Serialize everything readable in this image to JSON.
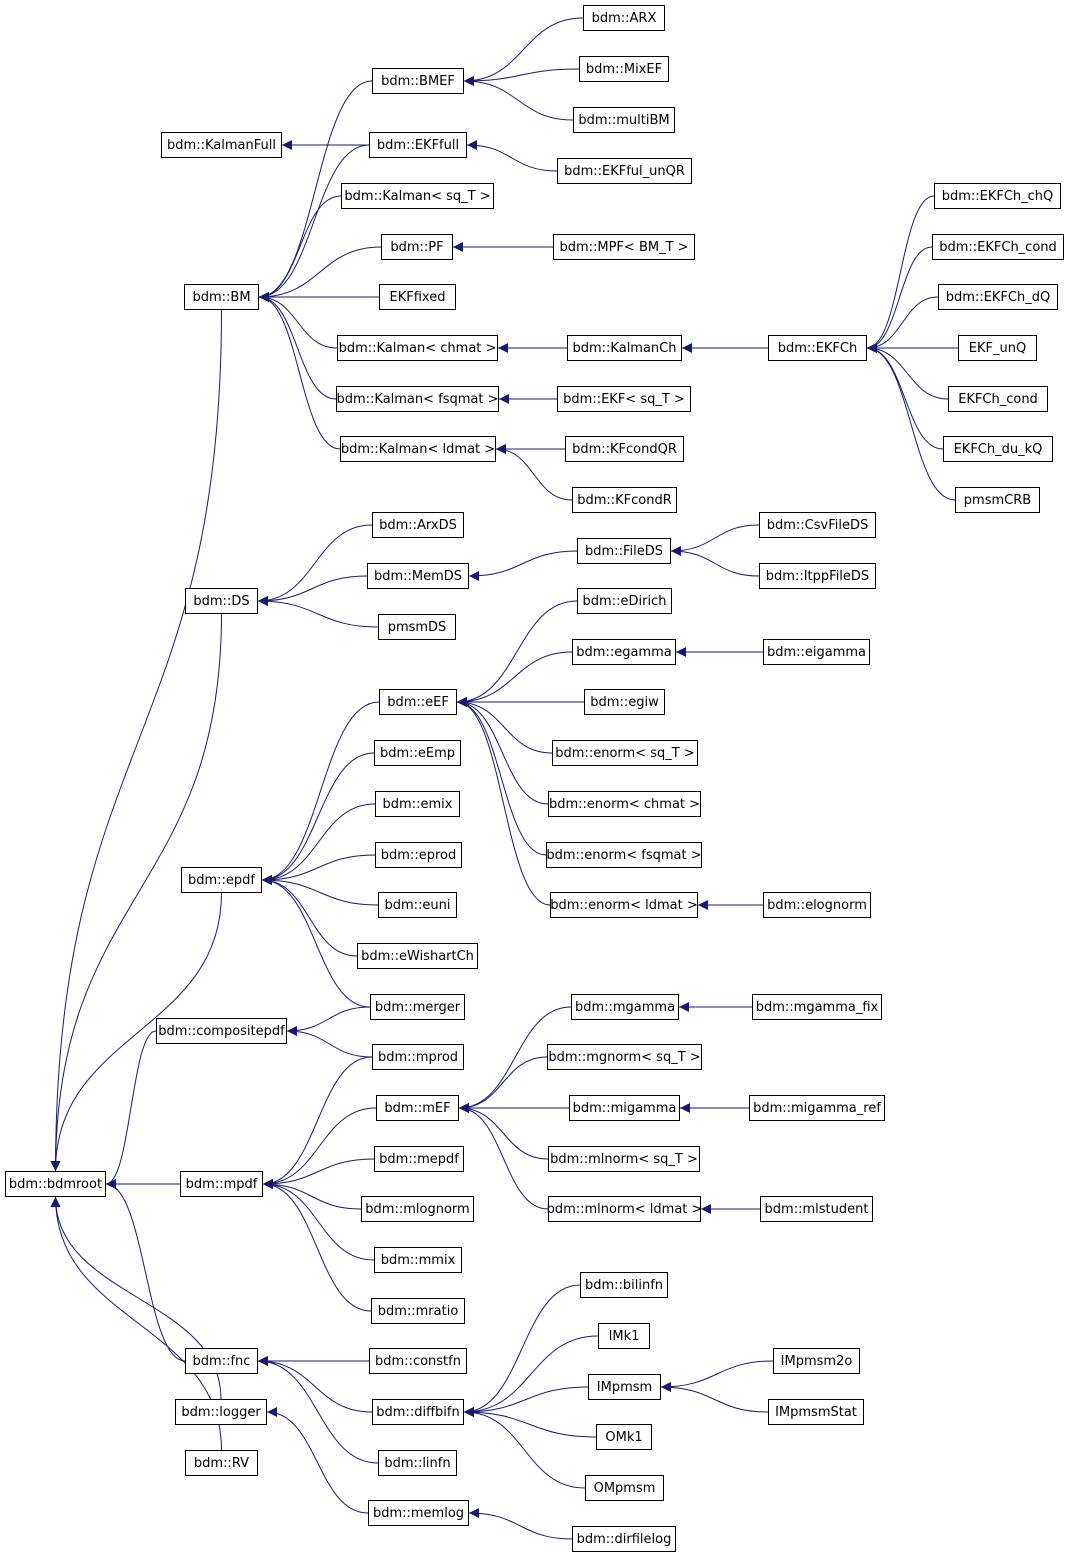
{
  "colors": {
    "edge": "#191970",
    "node_border": "#000000",
    "node_fill": "#ffffff",
    "text": "#000000"
  },
  "nodes": {
    "bdmroot": "bdm::bdmroot",
    "BM": "bdm::BM",
    "DS": "bdm::DS",
    "epdf": "bdm::epdf",
    "compositepdf": "bdm::compositepdf",
    "mpdf": "bdm::mpdf",
    "fnc": "bdm::fnc",
    "logger": "bdm::logger",
    "RV": "bdm::RV",
    "KalmanFull": "bdm::KalmanFull",
    "BMEF": "bdm::BMEF",
    "EKFfull": "bdm::EKFfull",
    "Kalman_sqT": "bdm::Kalman< sq_T >",
    "PF": "bdm::PF",
    "EKFfixed": "EKFfixed",
    "Kalman_chmat": "bdm::Kalman< chmat >",
    "Kalman_fsqmat": "bdm::Kalman< fsqmat >",
    "Kalman_ldmat": "bdm::Kalman< ldmat >",
    "ARX": "bdm::ARX",
    "MixEF": "bdm::MixEF",
    "multiBM": "bdm::multiBM",
    "EKFful_unQR": "bdm::EKFful_unQR",
    "MPF": "bdm::MPF< BM_T >",
    "KalmanCh": "bdm::KalmanCh",
    "EKF_sqT": "bdm::EKF< sq_T >",
    "KFcondQR": "bdm::KFcondQR",
    "KFcondR": "bdm::KFcondR",
    "EKFCh": "bdm::EKFCh",
    "EKFCh_chQ": "bdm::EKFCh_chQ",
    "EKFCh_cond_ns": "bdm::EKFCh_cond",
    "EKFCh_dQ": "bdm::EKFCh_dQ",
    "EKF_unQ": "EKF_unQ",
    "EKFCh_cond": "EKFCh_cond",
    "EKFCh_du_kQ": "EKFCh_du_kQ",
    "pmsmCRB": "pmsmCRB",
    "ArxDS": "bdm::ArxDS",
    "MemDS": "bdm::MemDS",
    "pmsmDS": "pmsmDS",
    "FileDS": "bdm::FileDS",
    "CsvFileDS": "bdm::CsvFileDS",
    "ItppFileDS": "bdm::ItppFileDS",
    "eEF": "bdm::eEF",
    "eEmp": "bdm::eEmp",
    "emix": "bdm::emix",
    "eprod": "bdm::eprod",
    "euni": "bdm::euni",
    "eWishartCh": "bdm::eWishartCh",
    "merger": "bdm::merger",
    "eDirich": "bdm::eDirich",
    "egamma": "bdm::egamma",
    "eigamma": "bdm::eigamma",
    "egiw": "bdm::egiw",
    "enorm_sqT": "bdm::enorm< sq_T >",
    "enorm_chmat": "bdm::enorm< chmat >",
    "enorm_fsqmat": "bdm::enorm< fsqmat >",
    "enorm_ldmat": "bdm::enorm< ldmat >",
    "elognorm": "bdm::elognorm",
    "mprod": "bdm::mprod",
    "mEF": "bdm::mEF",
    "mepdf": "bdm::mepdf",
    "mlognorm": "bdm::mlognorm",
    "mmix": "bdm::mmix",
    "mratio": "bdm::mratio",
    "mgamma": "bdm::mgamma",
    "mgamma_fix": "bdm::mgamma_fix",
    "mgnorm_sqT": "bdm::mgnorm< sq_T >",
    "migamma": "bdm::migamma",
    "migamma_ref": "bdm::migamma_ref",
    "mlnorm_sqT": "bdm::mlnorm< sq_T >",
    "mlnorm_ldmat": "bdm::mlnorm< ldmat >",
    "mlstudent": "bdm::mlstudent",
    "constfn": "bdm::constfn",
    "diffbifn": "bdm::diffbifn",
    "linfn": "bdm::linfn",
    "bilinfn": "bdm::bilinfn",
    "IMk1": "IMk1",
    "IMpmsm": "IMpmsm",
    "OMk1": "OMk1",
    "OMpmsm": "OMpmsm",
    "IMpmsm2o": "IMpmsm2o",
    "IMpmsmStat": "IMpmsmStat",
    "memlog": "bdm::memlog",
    "dirfilelog": "bdm::dirfilelog"
  },
  "edges": [
    [
      "BM",
      "bdmroot"
    ],
    [
      "DS",
      "bdmroot"
    ],
    [
      "epdf",
      "bdmroot"
    ],
    [
      "compositepdf",
      "bdmroot"
    ],
    [
      "mpdf",
      "bdmroot"
    ],
    [
      "fnc",
      "bdmroot"
    ],
    [
      "logger",
      "bdmroot"
    ],
    [
      "RV",
      "bdmroot"
    ],
    [
      "EKFfull",
      "KalmanFull"
    ],
    [
      "BMEF",
      "BM"
    ],
    [
      "EKFfull",
      "BM"
    ],
    [
      "Kalman_sqT",
      "BM"
    ],
    [
      "PF",
      "BM"
    ],
    [
      "EKFfixed",
      "BM"
    ],
    [
      "Kalman_chmat",
      "BM"
    ],
    [
      "Kalman_fsqmat",
      "BM"
    ],
    [
      "Kalman_ldmat",
      "BM"
    ],
    [
      "ARX",
      "BMEF"
    ],
    [
      "MixEF",
      "BMEF"
    ],
    [
      "multiBM",
      "BMEF"
    ],
    [
      "EKFful_unQR",
      "EKFfull"
    ],
    [
      "MPF",
      "PF"
    ],
    [
      "KalmanCh",
      "Kalman_chmat"
    ],
    [
      "EKF_sqT",
      "Kalman_fsqmat"
    ],
    [
      "KFcondQR",
      "Kalman_ldmat"
    ],
    [
      "KFcondR",
      "Kalman_ldmat"
    ],
    [
      "EKFCh",
      "KalmanCh"
    ],
    [
      "EKFCh_chQ",
      "EKFCh"
    ],
    [
      "EKFCh_cond_ns",
      "EKFCh"
    ],
    [
      "EKFCh_dQ",
      "EKFCh"
    ],
    [
      "EKF_unQ",
      "EKFCh"
    ],
    [
      "EKFCh_cond",
      "EKFCh"
    ],
    [
      "EKFCh_du_kQ",
      "EKFCh"
    ],
    [
      "pmsmCRB",
      "EKFCh"
    ],
    [
      "ArxDS",
      "DS"
    ],
    [
      "MemDS",
      "DS"
    ],
    [
      "pmsmDS",
      "DS"
    ],
    [
      "FileDS",
      "MemDS"
    ],
    [
      "CsvFileDS",
      "FileDS"
    ],
    [
      "ItppFileDS",
      "FileDS"
    ],
    [
      "eEF",
      "epdf"
    ],
    [
      "eEmp",
      "epdf"
    ],
    [
      "emix",
      "epdf"
    ],
    [
      "eprod",
      "epdf"
    ],
    [
      "euni",
      "epdf"
    ],
    [
      "eWishartCh",
      "epdf"
    ],
    [
      "merger",
      "epdf"
    ],
    [
      "eDirich",
      "eEF"
    ],
    [
      "egamma",
      "eEF"
    ],
    [
      "egiw",
      "eEF"
    ],
    [
      "enorm_sqT",
      "eEF"
    ],
    [
      "enorm_chmat",
      "eEF"
    ],
    [
      "enorm_fsqmat",
      "eEF"
    ],
    [
      "enorm_ldmat",
      "eEF"
    ],
    [
      "eigamma",
      "egamma"
    ],
    [
      "elognorm",
      "enorm_ldmat"
    ],
    [
      "merger",
      "compositepdf"
    ],
    [
      "mprod",
      "compositepdf"
    ],
    [
      "mprod",
      "mpdf"
    ],
    [
      "mEF",
      "mpdf"
    ],
    [
      "mepdf",
      "mpdf"
    ],
    [
      "mlognorm",
      "mpdf"
    ],
    [
      "mmix",
      "mpdf"
    ],
    [
      "mratio",
      "mpdf"
    ],
    [
      "mgamma",
      "mEF"
    ],
    [
      "mgnorm_sqT",
      "mEF"
    ],
    [
      "migamma",
      "mEF"
    ],
    [
      "mlnorm_sqT",
      "mEF"
    ],
    [
      "mlnorm_ldmat",
      "mEF"
    ],
    [
      "mgamma_fix",
      "mgamma"
    ],
    [
      "migamma_ref",
      "migamma"
    ],
    [
      "mlstudent",
      "mlnorm_ldmat"
    ],
    [
      "constfn",
      "fnc"
    ],
    [
      "diffbifn",
      "fnc"
    ],
    [
      "linfn",
      "fnc"
    ],
    [
      "bilinfn",
      "diffbifn"
    ],
    [
      "IMk1",
      "diffbifn"
    ],
    [
      "IMpmsm",
      "diffbifn"
    ],
    [
      "OMk1",
      "diffbifn"
    ],
    [
      "OMpmsm",
      "diffbifn"
    ],
    [
      "IMpmsm2o",
      "IMpmsm"
    ],
    [
      "IMpmsmStat",
      "IMpmsm"
    ],
    [
      "memlog",
      "logger"
    ],
    [
      "dirfilelog",
      "memlog"
    ]
  ]
}
